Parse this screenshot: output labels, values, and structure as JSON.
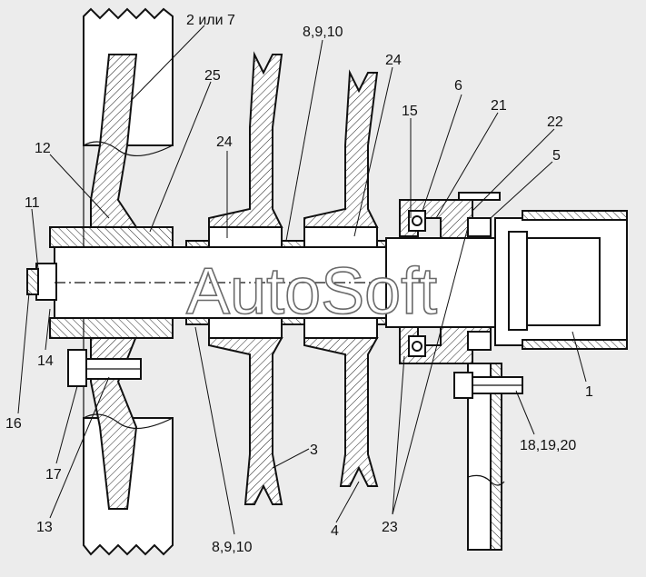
{
  "labels": {
    "l_2or7": "2 или 7",
    "l_8910_top": "8,9,10",
    "l_24_right": "24",
    "l_25": "25",
    "l_6": "6",
    "l_15": "15",
    "l_21": "21",
    "l_22": "22",
    "l_12": "12",
    "l_24_left": "24",
    "l_5": "5",
    "l_11": "11",
    "l_14": "14",
    "l_1": "1",
    "l_16": "16",
    "l_18": "18,19,20",
    "l_17": "17",
    "l_3": "3",
    "l_13": "13",
    "l_23": "23",
    "l_4": "4",
    "l_8910_bottom": "8,9,10"
  },
  "watermark": "AutoSoft"
}
